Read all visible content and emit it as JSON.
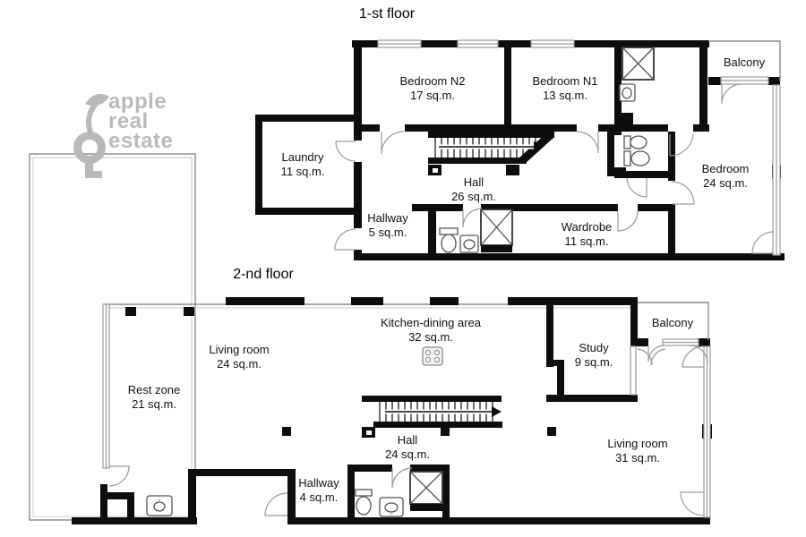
{
  "floor1": {
    "title": "1-st floor",
    "rooms": [
      {
        "name": "Bedroom N2",
        "area": "17 sq.m."
      },
      {
        "name": "Bedroom N1",
        "area": "13 sq.m."
      },
      {
        "name": "Balcony"
      },
      {
        "name": "Laundry",
        "area": "11 sq.m."
      },
      {
        "name": "Hall",
        "area": "26 sq.m."
      },
      {
        "name": "Hallway",
        "area": "5 sq.m."
      },
      {
        "name": "Wardrobe",
        "area": "11 sq.m."
      },
      {
        "name": "Bedroom",
        "area": "24 sq.m."
      }
    ]
  },
  "floor2": {
    "title": "2-nd floor",
    "rooms": [
      {
        "name": "Living room",
        "area": "24 sq.m."
      },
      {
        "name": "Kitchen-dining area",
        "area": "32 sq.m."
      },
      {
        "name": "Study",
        "area": "9 sq.m."
      },
      {
        "name": "Balcony"
      },
      {
        "name": "Rest zone",
        "area": "21 sq.m."
      },
      {
        "name": "Hall",
        "area": "24 sq.m."
      },
      {
        "name": "Living room",
        "area": "31 sq.m."
      },
      {
        "name": "Hallway",
        "area": "4 sq.m."
      }
    ]
  },
  "logo": {
    "word1": "apple",
    "word2": "real",
    "word3": "estate"
  },
  "colors": {
    "wall": "#0d0d0d",
    "window_line": "#9a9a9a",
    "logo_gray": "#b9b9b9"
  }
}
